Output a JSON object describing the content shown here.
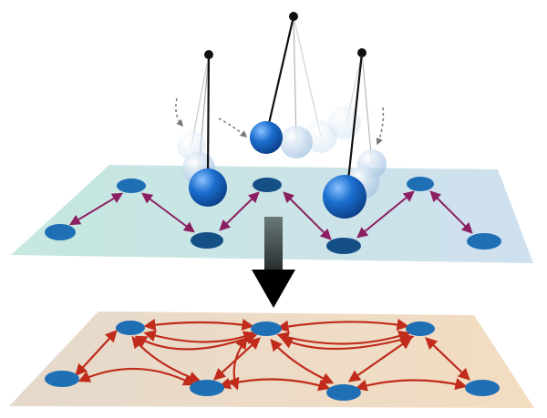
{
  "diagram": {
    "colors": {
      "node": "#1f6fb5",
      "node_dark": "#144f86",
      "upper_coupling": "#8b1f62",
      "lower_coupling": "#c02b1b",
      "upper_plane_left": "#c5e8df",
      "upper_plane_right": "#cfe0ee",
      "lower_plane_left": "#e5d9cc",
      "lower_plane_right": "#f3ddc1",
      "pendulum_ball": "#1c6fd0",
      "pendulum_ghost": "#b9d2ea",
      "transform_arrow": "#000000"
    },
    "upper_layer": {
      "description_icon": "oscillator-network-icon",
      "pendulum_count": 3,
      "node_count": 7,
      "coupling_count": 6
    },
    "lower_layer": {
      "description_icon": "coupled-network-icon",
      "node_count": 7
    }
  }
}
